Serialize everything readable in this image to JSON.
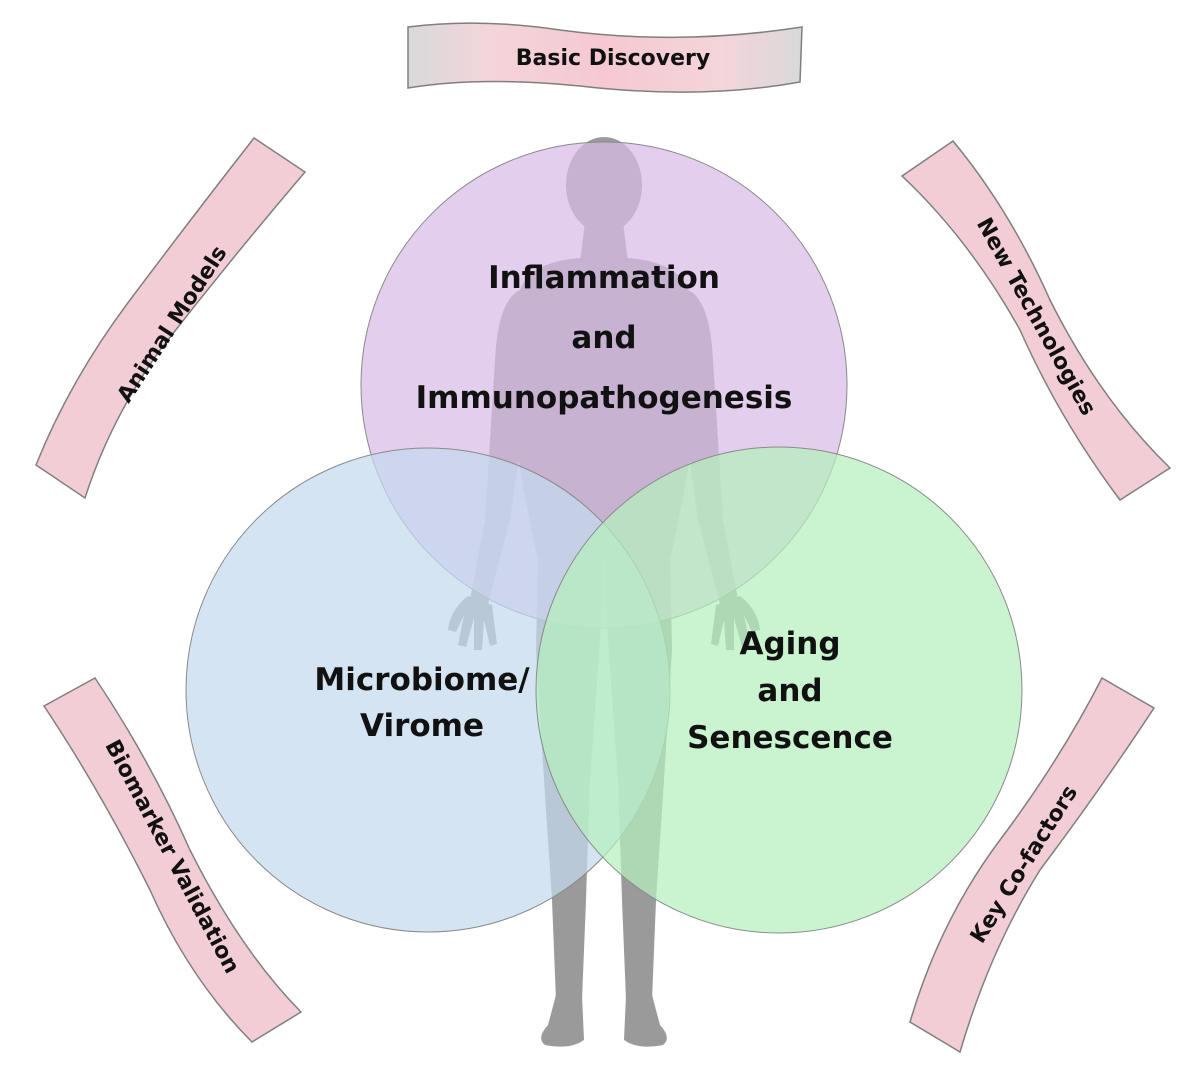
{
  "diagram": {
    "type": "venn-with-banners",
    "central_figure": "human-body-silhouette",
    "circles": [
      {
        "id": "inflammation",
        "lines": [
          "Inflammation",
          "and",
          "Immunopathogenesis"
        ],
        "color": "#d9bbe6"
      },
      {
        "id": "microbiome",
        "lines": [
          "Microbiome/",
          "Virome"
        ],
        "color": "#c4d9ef"
      },
      {
        "id": "aging",
        "lines": [
          "Aging",
          "and",
          "Senescence"
        ],
        "color": "#b4f0bc"
      }
    ],
    "banners": [
      {
        "id": "basic-discovery",
        "label": "Basic Discovery"
      },
      {
        "id": "animal-models",
        "label": "Animal Models"
      },
      {
        "id": "new-technologies",
        "label": "New Technologies"
      },
      {
        "id": "biomarker-validation",
        "label": "Biomarker Validation"
      },
      {
        "id": "key-cofactors",
        "label": "Key Co-factors"
      }
    ],
    "colors": {
      "banner_center": "#f6c8d2",
      "banner_edge": "#d9d9d9",
      "banner_stroke": "#7f7f7f",
      "figure": "#9a9a9a",
      "circle_stroke": "#8a8a8a"
    }
  }
}
